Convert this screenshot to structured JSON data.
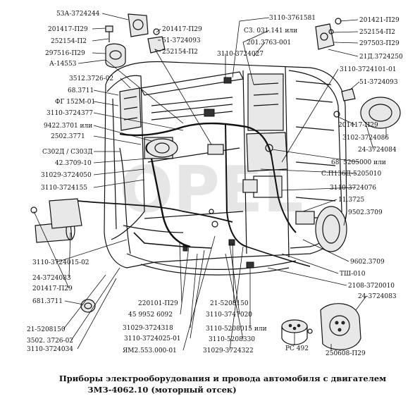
{
  "caption": {
    "line1": "Приборы электрооборудования и провода автомобиля с двигателем",
    "line2": "ЗМЗ-4062.10 (моторный отсек)"
  },
  "watermark": "OPEL",
  "labels": [
    "53А-3724244",
    "201417-П29",
    "252154-П2",
    "297516-П29",
    "А-14553",
    "3512.3726-02",
    "68.3711",
    "ФГ 152М-01",
    "3110-3724377",
    "9422.3701 или",
    "2502.3771",
    "С302Д / С303Д",
    "42.3709-10",
    "31029-3724050",
    "3110-3724155",
    "201417-П29",
    "51-3724093",
    "252154-П2",
    "3110-3724027",
    "3110-3761581",
    "С3. 031.141 или",
    "201.3763-001",
    "201421-П29",
    "252154-П2",
    "297503-П29",
    "21Д.3724250",
    "3110-3724101-01",
    "51-3724093",
    "201417-П29",
    "3102-3724086",
    "24-3724084",
    "68. 5205000 или",
    "С.П136Д-5205010",
    "3110-3724076",
    "11.3725",
    "9502.3709",
    "9602.3709",
    "ТШ-010",
    "2108-3720010",
    "3110-3724015-02",
    "24-3724083",
    "201417-П29",
    "681.3711",
    "21-5208150",
    "3502. 3726-02",
    "3110-3724034",
    "220101-П29",
    "45 9952 6092",
    "31029-3724318",
    "3110-3724025-01",
    "ЯМ2.553.000-01",
    "21-5208150",
    "3110-3747020",
    "3110-5208015 или",
    "3110-5208330",
    "31029-3724322",
    "РС 492",
    "24-3724083",
    "250608-П29"
  ]
}
